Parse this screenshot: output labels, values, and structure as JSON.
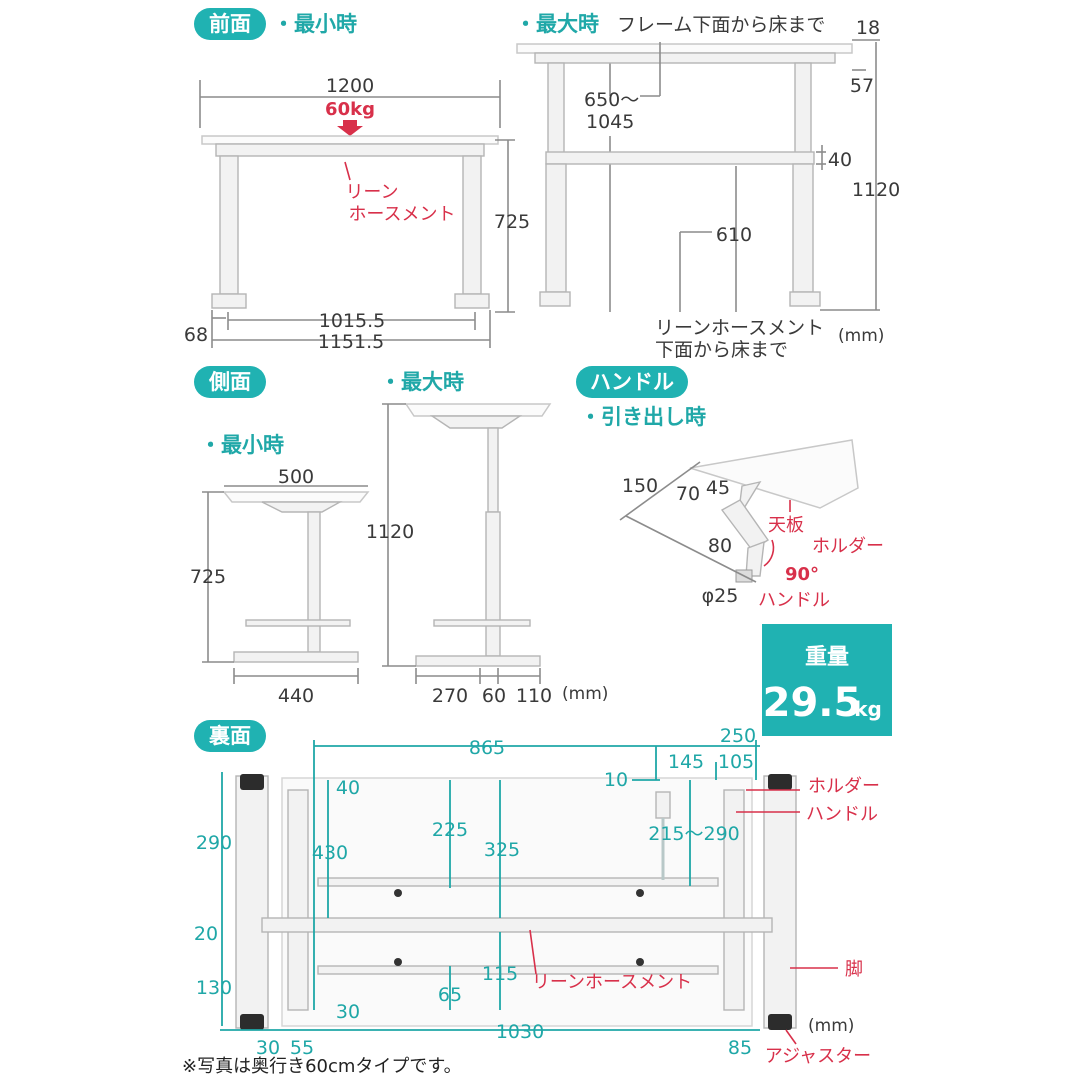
{
  "front": {
    "label": "前面",
    "min_label": "・最小時",
    "max_label": "・最大時",
    "frame_note": "フレーム下面から床まで",
    "width": "1200",
    "load": "60kg",
    "lean_label_1": "リーン",
    "lean_label_2": "ホースメント",
    "height_min": "725",
    "inner_width": "1015.5",
    "outer_width": "1151.5",
    "foot_height": "68",
    "frame_range_1": "650～",
    "frame_range_2": "1045",
    "top_thick": "18",
    "top_offset": "57",
    "bar_height": "40",
    "height_max": "1120",
    "lean_floor": "610",
    "lean_note_1": "リーンホースメント",
    "lean_note_2": "下面から床まで",
    "unit": "(mm)"
  },
  "side": {
    "label": "側面",
    "min_label": "・最小時",
    "max_label": "・最大時",
    "depth": "500",
    "height_min": "725",
    "height_max": "1120",
    "foot_depth": "440",
    "dim_a": "270",
    "dim_b": "60",
    "dim_c": "110",
    "unit": "(mm)"
  },
  "handle": {
    "label": "ハンドル",
    "pulled_label": "・引き出し時",
    "d150": "150",
    "d70": "70",
    "d45": "45",
    "d80": "80",
    "diameter": "φ25",
    "angle": "90°",
    "top_label": "天板",
    "holder_label": "ホルダー",
    "handle_label": "ハンドル"
  },
  "weight": {
    "title": "重量",
    "value": "29.5",
    "unit": "kg",
    "bg_color": "#20b2b2"
  },
  "back": {
    "label": "裏面",
    "d865": "865",
    "d250": "250",
    "d145": "145",
    "d105": "105",
    "d10": "10",
    "d40": "40",
    "d290": "290",
    "d430": "430",
    "d225": "225",
    "d325": "325",
    "d215_290": "215～290",
    "d20": "20",
    "d130": "130",
    "d115": "115",
    "d65": "65",
    "d30a": "30",
    "d30b": "30",
    "d55": "55",
    "d1030": "1030",
    "d85": "85",
    "lean_label": "リーンホースメント",
    "holder_label": "ホルダー",
    "handle_label": "ハンドル",
    "leg_label": "脚",
    "adjuster_label": "アジャスター",
    "unit": "(mm)"
  },
  "footnote": "※写真は奥行き60cmタイプです。",
  "colors": {
    "accent_teal": "#20b2b2",
    "accent_red": "#d8304a"
  }
}
